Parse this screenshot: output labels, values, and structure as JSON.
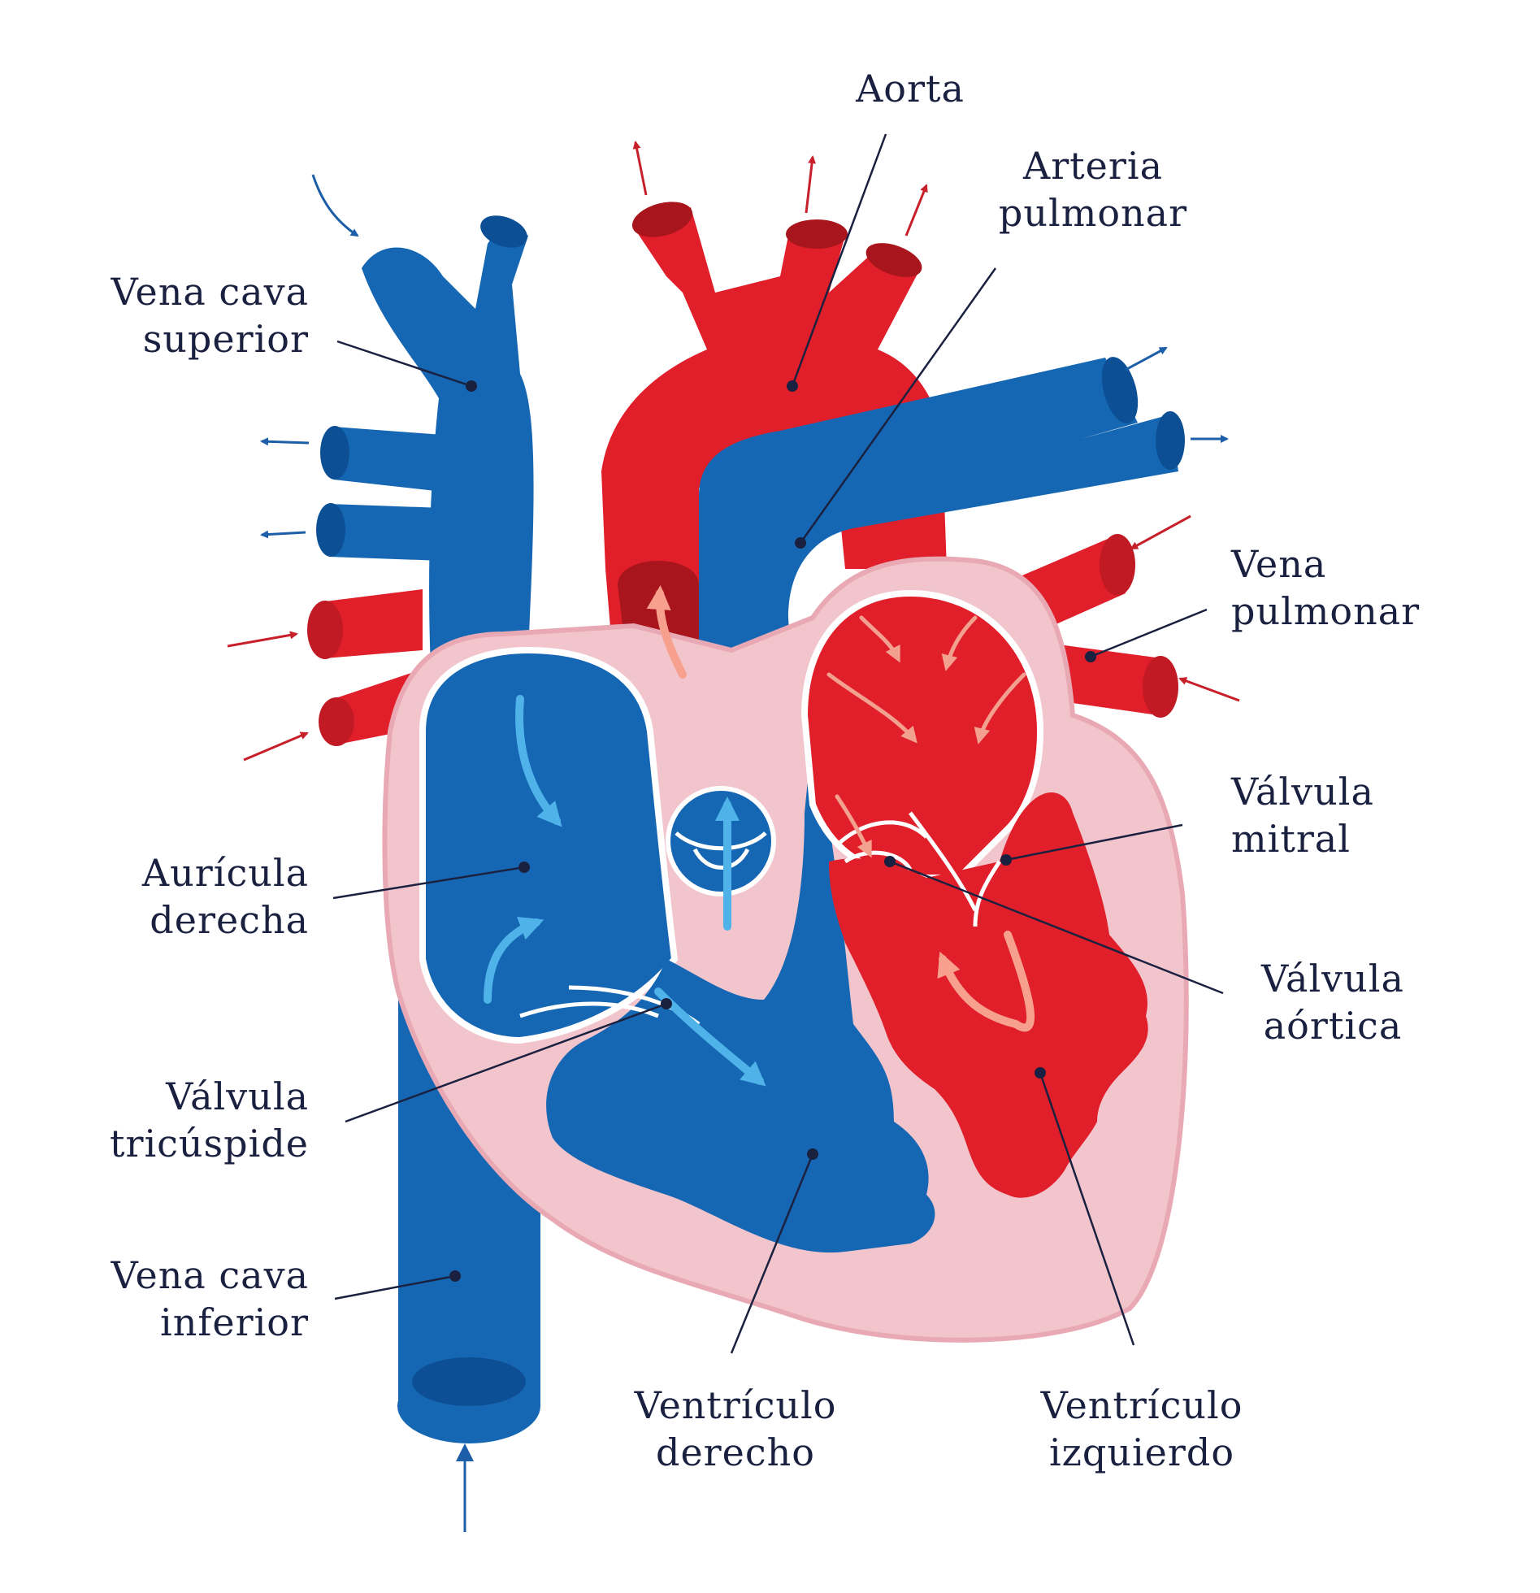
{
  "colors": {
    "vein_blue": "#1667b3",
    "vein_dark": "#0d4f94",
    "artery_red": "#e11f2a",
    "artery_dark": "#a8151c",
    "muscle_pink": "#f2c4cc",
    "flow_light_blue": "#4fb3ea",
    "flow_light_red": "#f7a08e",
    "arrow_blue": "#1c5ea8",
    "arrow_red": "#c8202a",
    "text": "#1a2140"
  },
  "labels": {
    "aorta": [
      "Aorta"
    ],
    "arteria_pulmonar": [
      "Arteria",
      "pulmonar"
    ],
    "vena_cava_superior": [
      "Vena cava",
      "superior"
    ],
    "vena_pulmonar": [
      "Vena",
      "pulmonar"
    ],
    "valvula_mitral": [
      "Válvula",
      "mitral"
    ],
    "auricula_derecha": [
      "Aurícula",
      "derecha"
    ],
    "valvula_aortica": [
      "Válvula",
      "aórtica"
    ],
    "valvula_tricuspide": [
      "Válvula",
      "tricúspide"
    ],
    "vena_cava_inferior": [
      "Vena cava",
      "inferior"
    ],
    "ventriculo_derecho": [
      "Ventrículo",
      "derecho"
    ],
    "ventriculo_izquierdo": [
      "Ventrículo",
      "izquierdo"
    ]
  }
}
